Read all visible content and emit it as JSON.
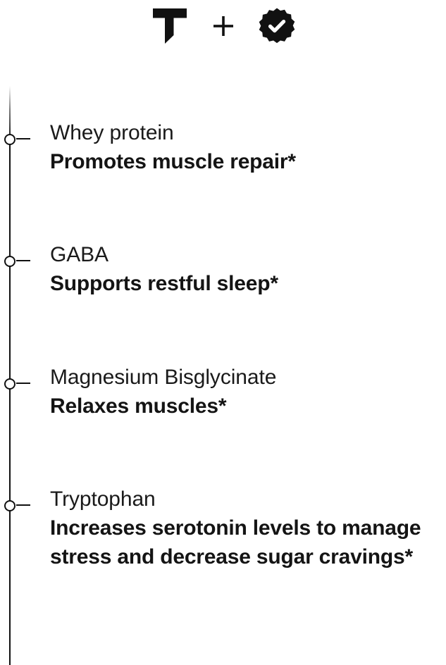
{
  "header": {
    "logo_label": "T",
    "plus_label": "+",
    "badge_label": "verified-check",
    "icons": [
      "brand-t-logo",
      "plus-icon",
      "verified-badge-icon"
    ]
  },
  "timeline": {
    "items": [
      {
        "name": "Whey protein",
        "benefit": "Promotes muscle repair*",
        "marker": "timeline-dot"
      },
      {
        "name": "GABA",
        "benefit": "Supports restful sleep*",
        "marker": "timeline-dot"
      },
      {
        "name": "Magnesium Bisglycinate",
        "benefit": "Relaxes muscles*",
        "marker": "timeline-dot"
      },
      {
        "name": "Tryptophan",
        "benefit": "Increases serotonin levels to manage stress and decrease sugar cravings*",
        "marker": "timeline-dot"
      }
    ]
  },
  "colors": {
    "ink": "#111111",
    "text": "#1a1a1a",
    "background": "#ffffff"
  }
}
